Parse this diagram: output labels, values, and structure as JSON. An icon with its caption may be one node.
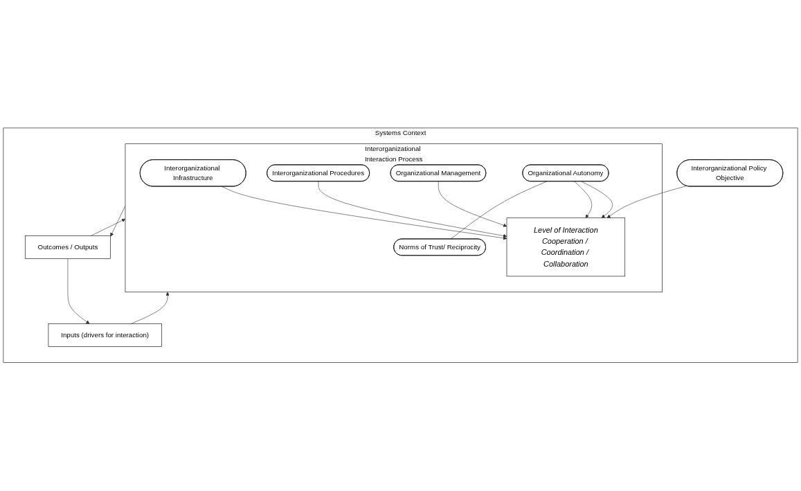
{
  "diagram": {
    "nodes": [
      {
        "text": [
          "Systems Context"
        ]
      },
      {
        "text": [
          "Inputs (drivers for interaction)"
        ],
        "in": 0
      },
      {
        "text": [
          "Interorganizational Interaction Process"
        ],
        "in": 0
      },
      {
        "text": [
          "Interorganizational Policy Objective"
        ],
        "in": 0
      },
      {
        "text": [
          "Interorganizational Infrastructure"
        ],
        "in": 2
      },
      {
        "text": [
          "Interorganizational Procedures"
        ],
        "in": 2
      },
      {
        "text": [
          "Level of Interaction",
          "Cooperation / Coordination / Collaboration"
        ],
        "in": 2
      },
      {
        "text": [
          "Organizational Management"
        ],
        "in": 2
      },
      {
        "text": [
          "Organizational Autonomy"
        ],
        "in": 2
      },
      {
        "text": [
          "Norms of Trust/ Reciprocity"
        ],
        "in": 2
      },
      {
        "text": [
          "Outcomes / Outputs"
        ],
        "in": 0
      }
    ],
    "edges": [
      {
        "from": 3,
        "to": 6,
        "arrow": "to"
      },
      {
        "from": 4,
        "to": 6,
        "arrow": "to"
      },
      {
        "from": 5,
        "to": 6,
        "arrow": "to"
      },
      {
        "from": 7,
        "to": 6,
        "arrow": "to"
      },
      {
        "from": 8,
        "to": 6,
        "arrow": "to"
      },
      {
        "from": 8,
        "to": 6,
        "arrow": "to"
      },
      {
        "from": 8,
        "to": 9,
        "arrow": "none"
      },
      {
        "from": 1,
        "to": 2,
        "arrow": "to"
      },
      {
        "from": 2,
        "to": 10,
        "arrow": "to"
      },
      {
        "from": 10,
        "to": 1,
        "arrow": "to"
      },
      {
        "from": 10,
        "to": 2,
        "arrow": "to"
      }
    ]
  }
}
